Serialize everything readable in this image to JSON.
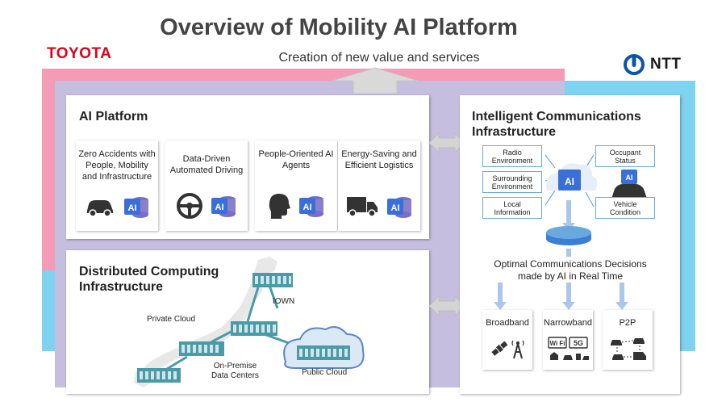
{
  "header": {
    "title": "Overview of Mobility AI Platform",
    "toyota_logo": "TOYOTA",
    "ntt_logo": "NTT",
    "subtitle": "Creation of new value and services"
  },
  "ai_platform": {
    "title": "AI Platform",
    "cards": [
      {
        "label": "Zero Accidents with People, Mobility and Infrastructure",
        "icon": "car-icon"
      },
      {
        "label": "Data-Driven Automated Driving",
        "icon": "steering-wheel-icon"
      },
      {
        "label": "People-Oriented AI Agents",
        "icon": "person-head-icon"
      },
      {
        "label": "Energy-Saving and Efficient Logistics",
        "icon": "truck-icon"
      }
    ],
    "chip_label": "AI"
  },
  "distributed_computing": {
    "title_line1": "Distributed Computing",
    "title_line2": "Infrastructure",
    "labels": {
      "private_cloud": "Private Cloud",
      "iown": "IOWN",
      "on_premise_1": "On-Premise",
      "on_premise_2": "Data Centers",
      "public_cloud": "Public Cloud"
    }
  },
  "intelligent_comm": {
    "title_line1": "Intelligent Communications",
    "title_line2": "Infrastructure",
    "inputs": [
      {
        "line1": "Radio",
        "line2": "Environment"
      },
      {
        "line1": "Surrounding",
        "line2": "Environment"
      },
      {
        "line1": "Local",
        "line2": "Information"
      },
      {
        "line1": "Occupant",
        "line2": "Status"
      },
      {
        "line1": "Vehicle",
        "line2": "Condition"
      }
    ],
    "chip_label": "AI",
    "decision_line1": "Optimal Communications Decisions",
    "decision_line2": "made by AI in Real Time",
    "networks": [
      {
        "label": "Broadband"
      },
      {
        "label": "Narrowband"
      },
      {
        "label": "P2P"
      }
    ],
    "wifi_label": "Wi Fi",
    "five_g_label": "5G"
  },
  "colors": {
    "toyota_red": "#e0001a",
    "pink": "#f39bb7",
    "purple": "#c5bedf",
    "light_blue": "#7dd3f0",
    "chip_blue": "#3a6fd8",
    "server_teal": "#4a9aa8"
  }
}
